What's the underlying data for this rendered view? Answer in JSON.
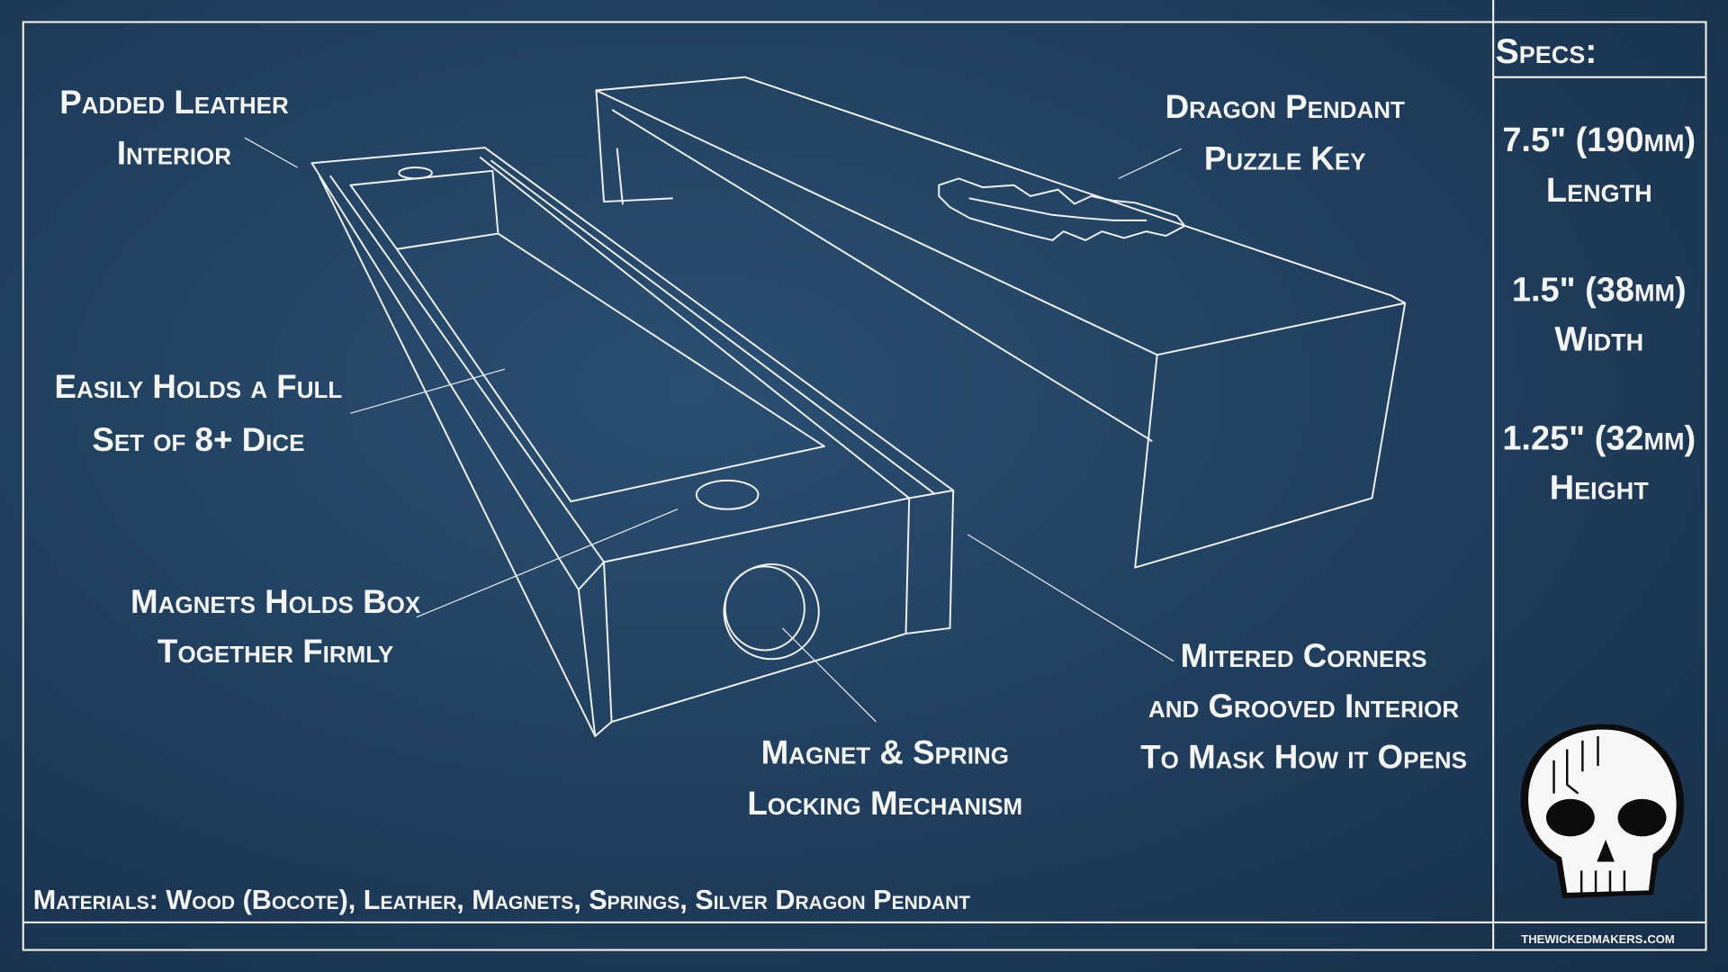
{
  "labels": {
    "padded_leather": [
      "Padded Leather",
      "Interior"
    ],
    "dragon_pendant": [
      "Dragon Pendant",
      "Puzzle Key"
    ],
    "holds_dice": [
      "Easily Holds a Full",
      "Set of 8+ Dice"
    ],
    "magnets_hold": [
      "Magnets Holds Box",
      "Together Firmly"
    ],
    "magnet_spring": [
      "Magnet & Spring",
      "Locking Mechanism"
    ],
    "mitered": [
      "Mitered Corners",
      "and Grooved Interior",
      "To Mask How it Opens"
    ]
  },
  "materials": "Materials:  Wood (Bocote), Leather, Magnets, Springs, Silver Dragon Pendant",
  "specs": {
    "title": "Specs:",
    "items": [
      {
        "value": "7.5\" (190mm)",
        "label": "Length"
      },
      {
        "value": "1.5\" (38mm)",
        "label": "Width"
      },
      {
        "value": "1.25\" (32mm)",
        "label": "Height"
      }
    ]
  },
  "brand": {
    "website": "thewickedmakers.com",
    "logo_icon": "skull-icon"
  },
  "colors": {
    "background": "#1f3d5c",
    "ink": "#ffffff"
  }
}
